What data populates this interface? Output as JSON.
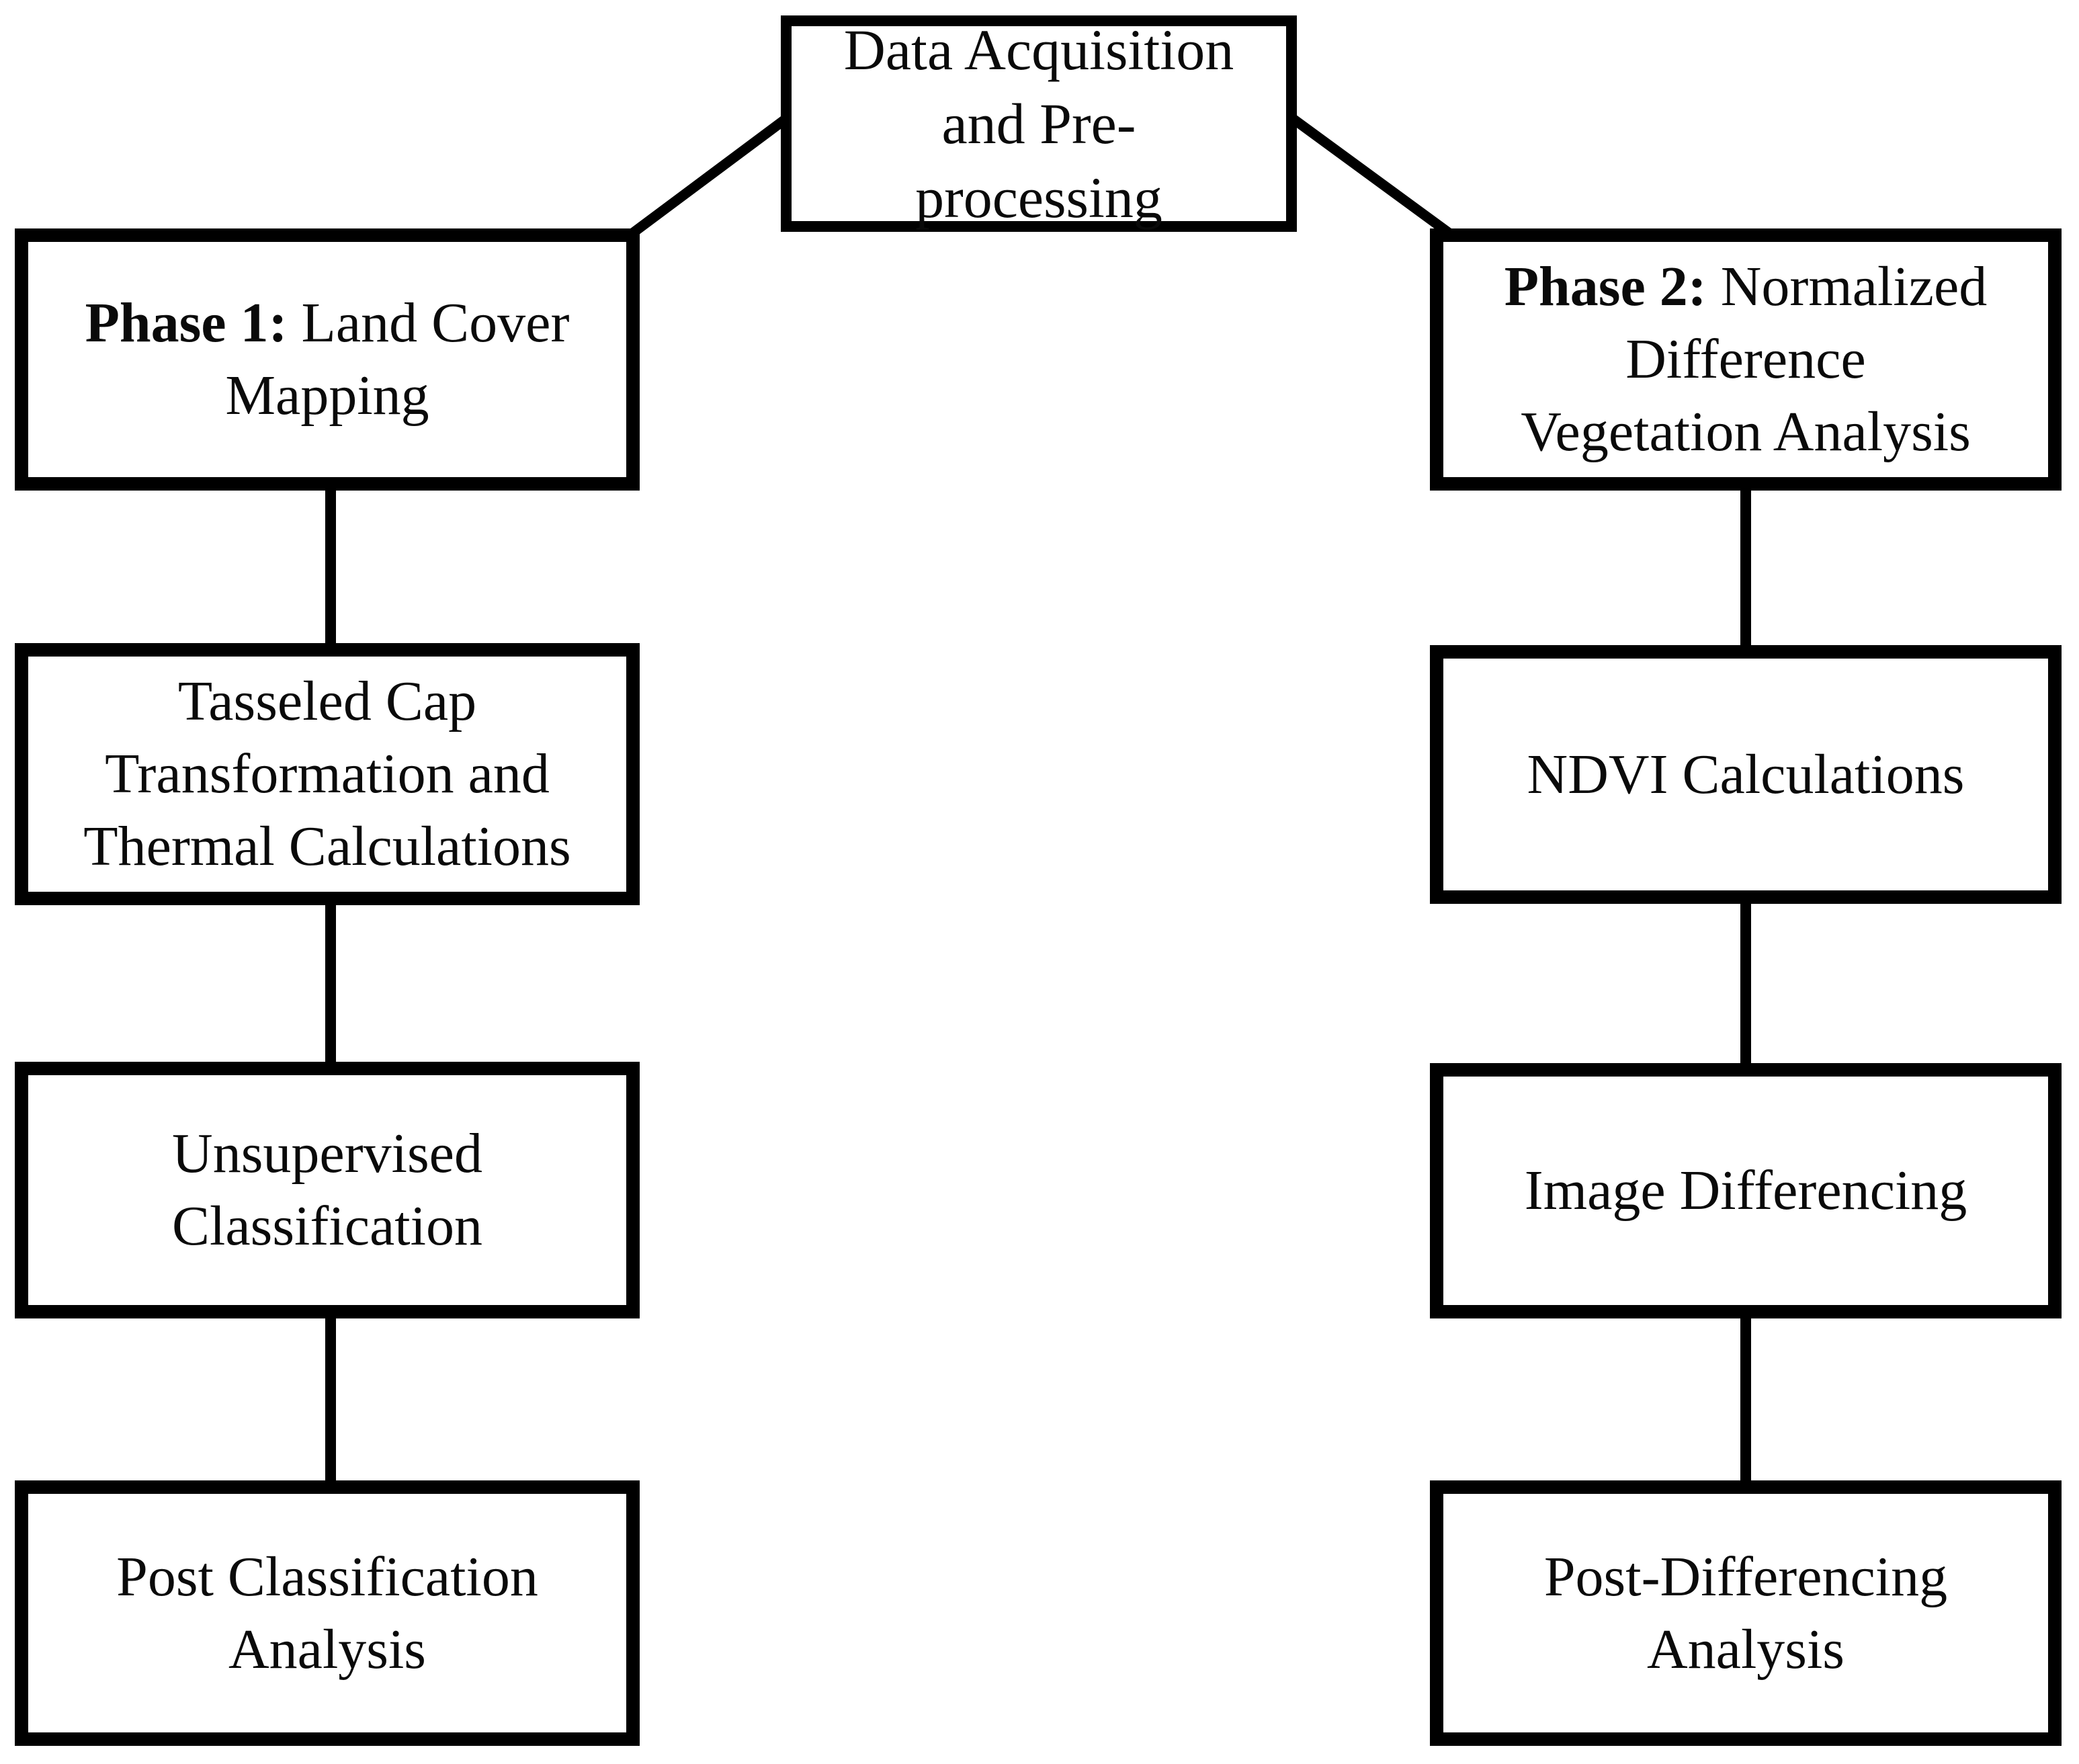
{
  "diagram": {
    "background": "#ffffff",
    "line_color": "#000000",
    "text_color": "#0a0a0a",
    "nodes": {
      "data_acquisition": {
        "label": "Data Acquisition\nand Pre-\nprocessing"
      },
      "phase1": {
        "prefix": "Phase 1:",
        "rest": " Land Cover\nMapping"
      },
      "tasseled_cap": {
        "label": "Tasseled Cap\nTransformation and\nThermal Calculations"
      },
      "unsupervised_classification": {
        "label": "Unsupervised\nClassification"
      },
      "post_classification": {
        "label": "Post Classification\nAnalysis"
      },
      "phase2": {
        "prefix": "Phase 2:",
        "rest": " Normalized\nDifference\nVegetation Analysis"
      },
      "ndvi_calculations": {
        "label": "NDVI Calculations"
      },
      "image_differencing": {
        "label": "Image Differencing"
      },
      "post_differencing": {
        "label": "Post-Differencing\nAnalysis"
      }
    }
  }
}
